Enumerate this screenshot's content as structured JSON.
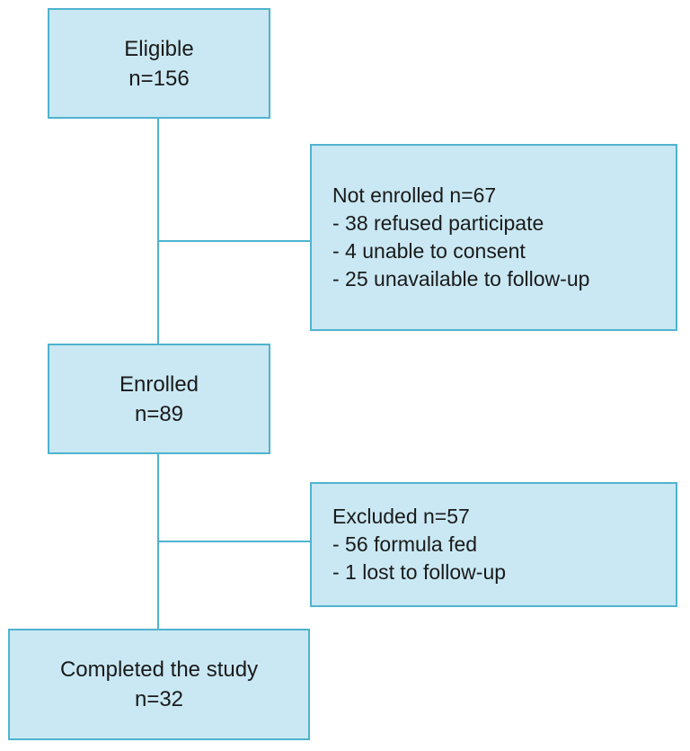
{
  "eligible": {
    "label": "Eligible",
    "count": "n=156"
  },
  "not_enrolled": {
    "heading": "Not enrolled n=67",
    "items": [
      "- 38 refused participate",
      "- 4 unable to consent",
      "- 25 unavailable to follow-up"
    ]
  },
  "enrolled": {
    "label": "Enrolled",
    "count": "n=89"
  },
  "excluded": {
    "heading": "Excluded n=57",
    "items": [
      "- 56 formula fed",
      "- 1 lost to follow-up"
    ]
  },
  "completed": {
    "label": "Completed the study",
    "count": "n=32"
  },
  "colors": {
    "box_fill": "#c9e8f3",
    "box_border": "#4fb3cf",
    "connector": "#4fb3cf"
  }
}
